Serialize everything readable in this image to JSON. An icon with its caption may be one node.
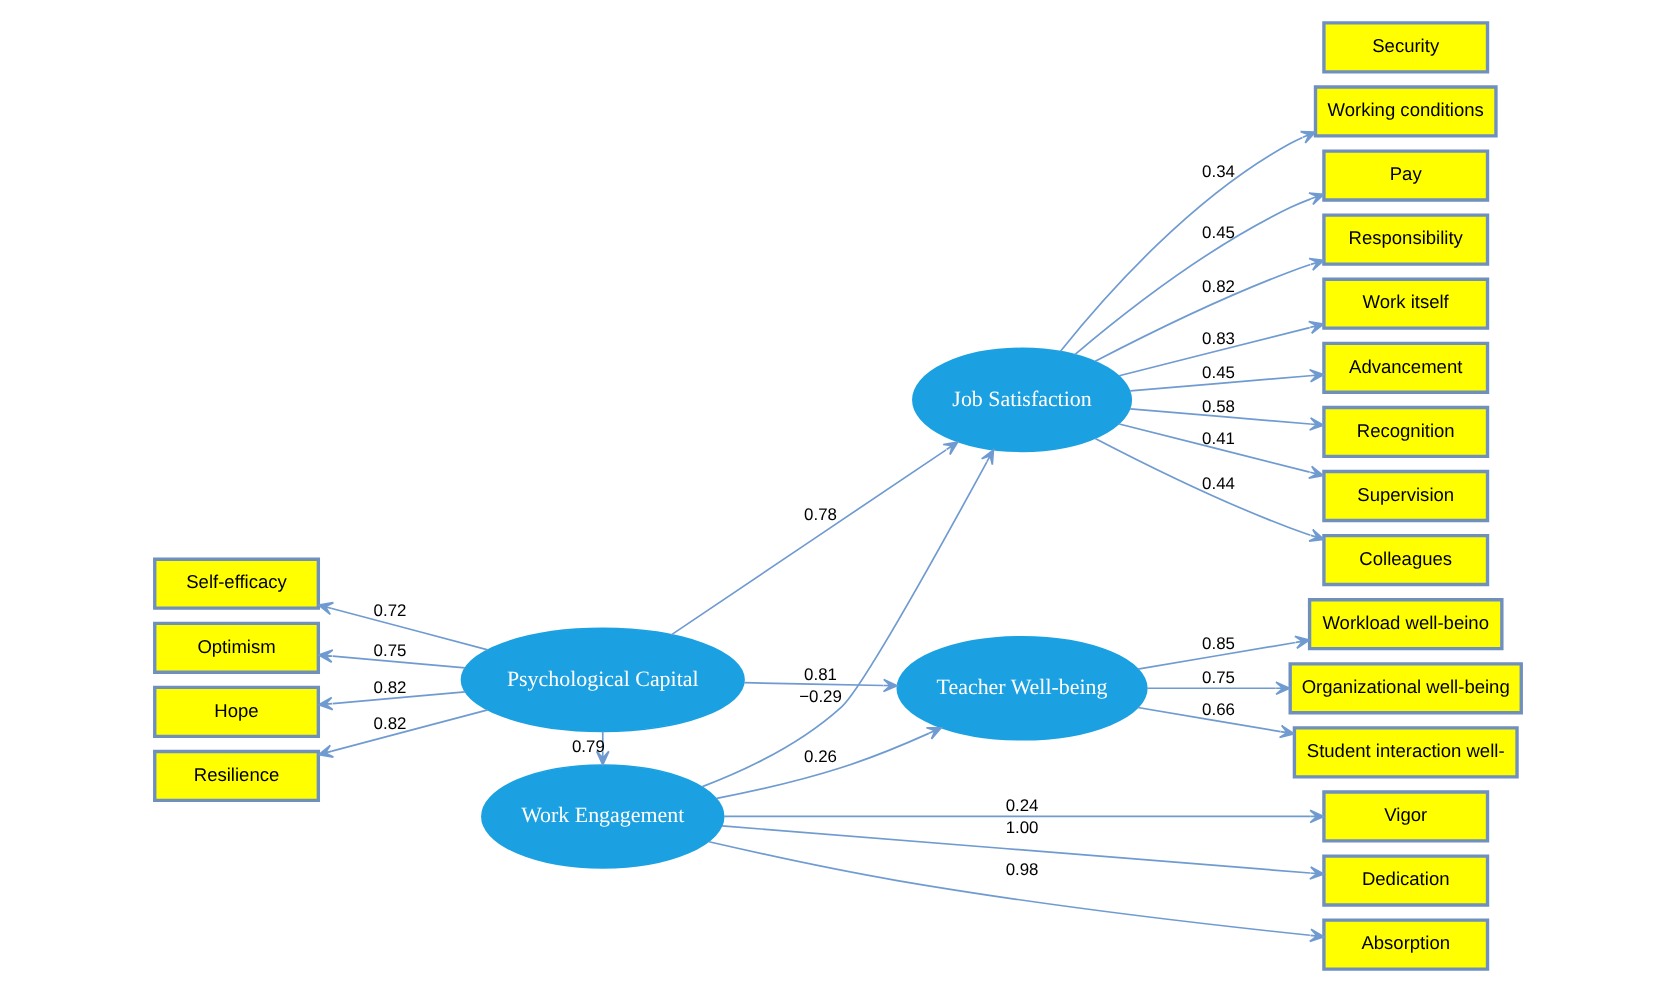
{
  "diagram": {
    "nodes": [
      {
        "text": [
          "Self-efficacy"
        ]
      },
      {
        "text": [
          "Optimism"
        ]
      },
      {
        "text": [
          "Hope"
        ]
      },
      {
        "text": [
          "Resilience"
        ]
      },
      {
        "text": [
          "Psychological Capital"
        ]
      },
      {
        "text": [
          "Teacher Well-being"
        ]
      },
      {
        "text": [
          "Workload well-beino"
        ]
      },
      {
        "text": [
          "Organizational well-being"
        ]
      },
      {
        "text": [
          "Student interaction well-"
        ]
      },
      {
        "text": [
          "Work Engagement"
        ]
      },
      {
        "text": [
          "Vigor"
        ]
      },
      {
        "text": [
          "Dedication"
        ]
      },
      {
        "text": [
          "Absorption"
        ]
      },
      {
        "text": [
          "Job Satisfaction"
        ]
      },
      {
        "text": [
          "Supervision"
        ]
      },
      {
        "text": [
          "Colleagues"
        ]
      },
      {
        "text": [
          "Working conditions"
        ]
      },
      {
        "text": [
          "Pay"
        ]
      },
      {
        "text": [
          "Responsibility"
        ]
      },
      {
        "text": [
          "Work itself"
        ]
      },
      {
        "text": [
          "Advancement"
        ]
      },
      {
        "text": [
          "Security"
        ]
      },
      {
        "text": [
          "Recognition"
        ]
      }
    ],
    "edges": [
      {
        "from": 4,
        "to": 0,
        "arrow": "to",
        "label": "0.72"
      },
      {
        "from": 4,
        "to": 1,
        "arrow": "to",
        "label": "0.75"
      },
      {
        "from": 4,
        "to": 2,
        "arrow": "to",
        "label": "0.82"
      },
      {
        "from": 4,
        "to": 3,
        "arrow": "to",
        "label": "0.82"
      },
      {
        "from": 4,
        "to": 5,
        "arrow": "to",
        "label": "0.81"
      },
      {
        "from": 4,
        "to": 9,
        "arrow": "to",
        "label": "0.79"
      },
      {
        "from": 4,
        "to": 13,
        "arrow": "to",
        "label": "0.78"
      },
      {
        "from": 9,
        "to": 5,
        "arrow": "to",
        "label": "0.26"
      },
      {
        "from": 9,
        "to": 10,
        "arrow": "to",
        "label": "0.24"
      },
      {
        "from": 9,
        "to": 11,
        "arrow": "to",
        "label": "1.00"
      },
      {
        "from": 9,
        "to": 12,
        "arrow": "to",
        "label": "0.98"
      },
      {
        "from": 9,
        "to": 13,
        "arrow": "to",
        "label": "−0.29"
      },
      {
        "from": 5,
        "to": 6,
        "arrow": "to",
        "label": "0.85"
      },
      {
        "from": 5,
        "to": 7,
        "arrow": "to",
        "label": "0.75"
      },
      {
        "from": 5,
        "to": 8,
        "arrow": "to",
        "label": "0.66"
      },
      {
        "from": 13,
        "to": 14,
        "arrow": "to",
        "label": "0.41"
      },
      {
        "from": 13,
        "to": 15,
        "arrow": "to",
        "label": "0.44"
      },
      {
        "from": 13,
        "to": 16,
        "arrow": "to",
        "label": "0.34"
      },
      {
        "from": 13,
        "to": 17,
        "arrow": "to",
        "label": "0.45"
      },
      {
        "from": 13,
        "to": 18,
        "arrow": "to",
        "label": "0.82"
      },
      {
        "from": 13,
        "to": 19,
        "arrow": "to",
        "label": "0.83"
      },
      {
        "from": 13,
        "to": 20,
        "arrow": "to",
        "label": "0.45"
      },
      {
        "from": 13,
        "to": 22,
        "arrow": "to",
        "label": "0.58"
      }
    ]
  }
}
